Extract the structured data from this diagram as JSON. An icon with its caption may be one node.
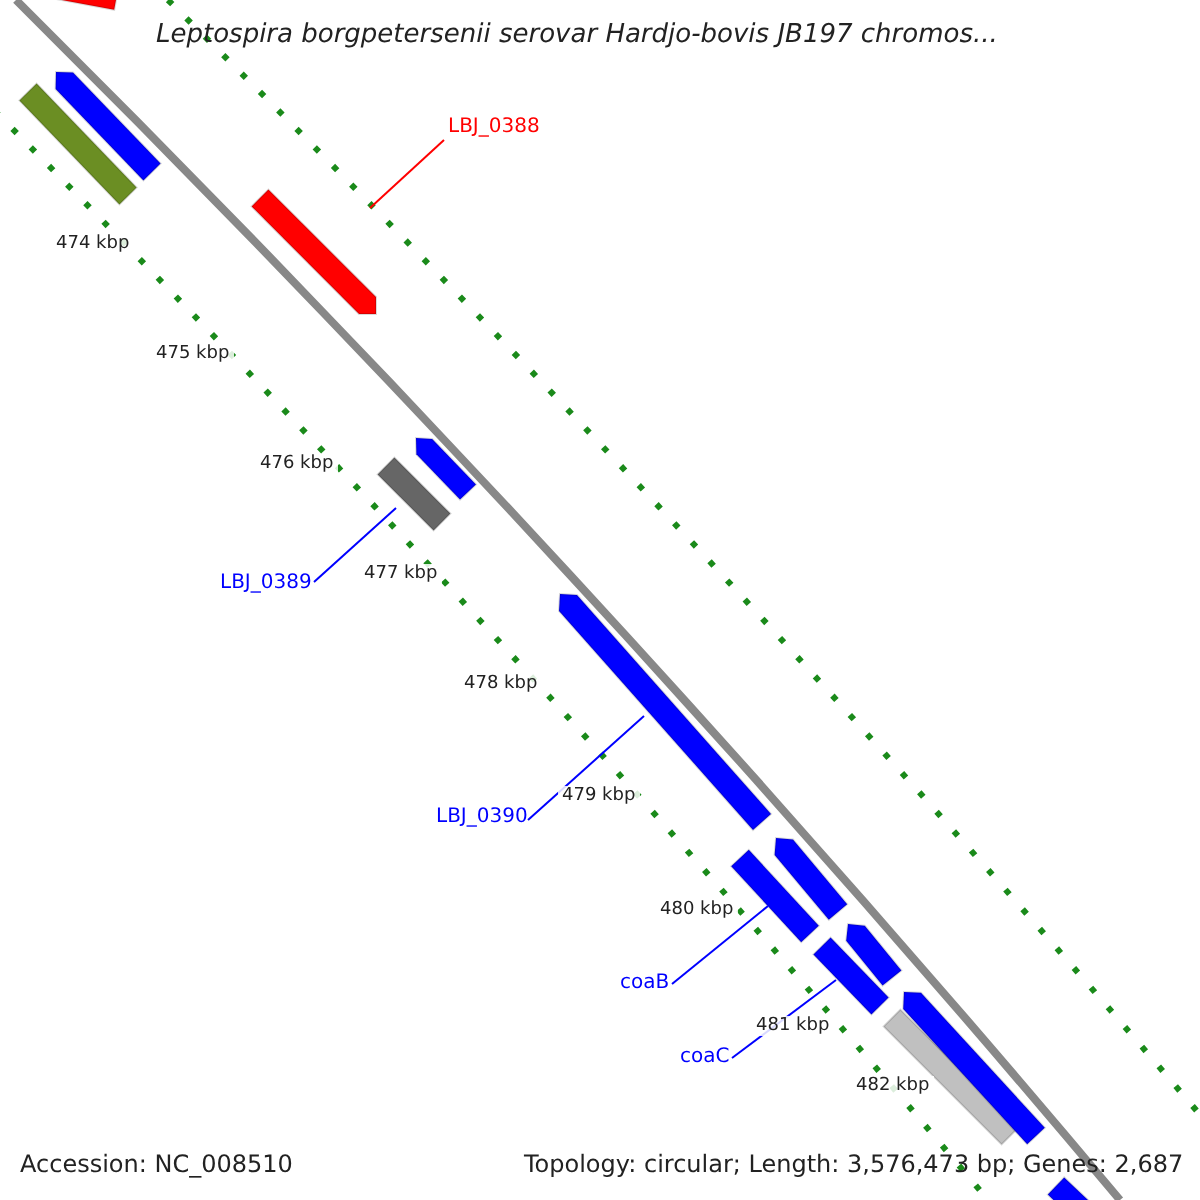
{
  "diagram": {
    "title": "Leptospira borgpetersenii serovar Hardjo-bovis JB197 chromos...",
    "nodes": [
      {
        "text": [],
        "shape": "bar"
      },
      {
        "text": [],
        "shape": "bar"
      },
      {
        "text": [],
        "shape": "bar"
      },
      {
        "text": [
          "LBJ_0388"
        ]
      },
      {
        "text": [],
        "shape": "bar"
      },
      {
        "text": [],
        "shape": "bar"
      },
      {
        "text": [],
        "shape": "bar"
      },
      {
        "text": [
          "LBJ_0389"
        ]
      },
      {
        "text": [
          "LBJ_0390"
        ]
      },
      {
        "text": [],
        "shape": "bar"
      },
      {
        "text": [],
        "shape": "bar"
      },
      {
        "text": [],
        "shape": "bar"
      },
      {
        "text": [
          "coaB"
        ]
      },
      {
        "text": [],
        "shape": "bar"
      },
      {
        "text": [],
        "shape": "bar"
      },
      {
        "text": [
          "coaC"
        ]
      },
      {
        "text": [],
        "shape": "bar"
      },
      {
        "text": [],
        "shape": "bar"
      },
      {
        "text": [],
        "shape": "bar"
      }
    ],
    "edges": [
      {
        "from": 3,
        "to": 4,
        "arrow": "none",
        "color": "#ff0000"
      },
      {
        "from": 7,
        "to": 6,
        "arrow": "none"
      },
      {
        "from": 8,
        "to": 9,
        "arrow": "none"
      },
      {
        "from": 12,
        "to": 11,
        "arrow": "none"
      },
      {
        "from": 15,
        "to": 14,
        "arrow": "none"
      }
    ],
    "labels": [
      "474 kbp",
      "475 kbp",
      "476 kbp",
      "477 kbp",
      "478 kbp",
      "479 kbp",
      "480 kbp",
      "481 kbp",
      "482 kbp",
      "Accession: NC_008510",
      "Topology: circular; Length: 3,576,473 bp; Genes: 2,687"
    ]
  }
}
